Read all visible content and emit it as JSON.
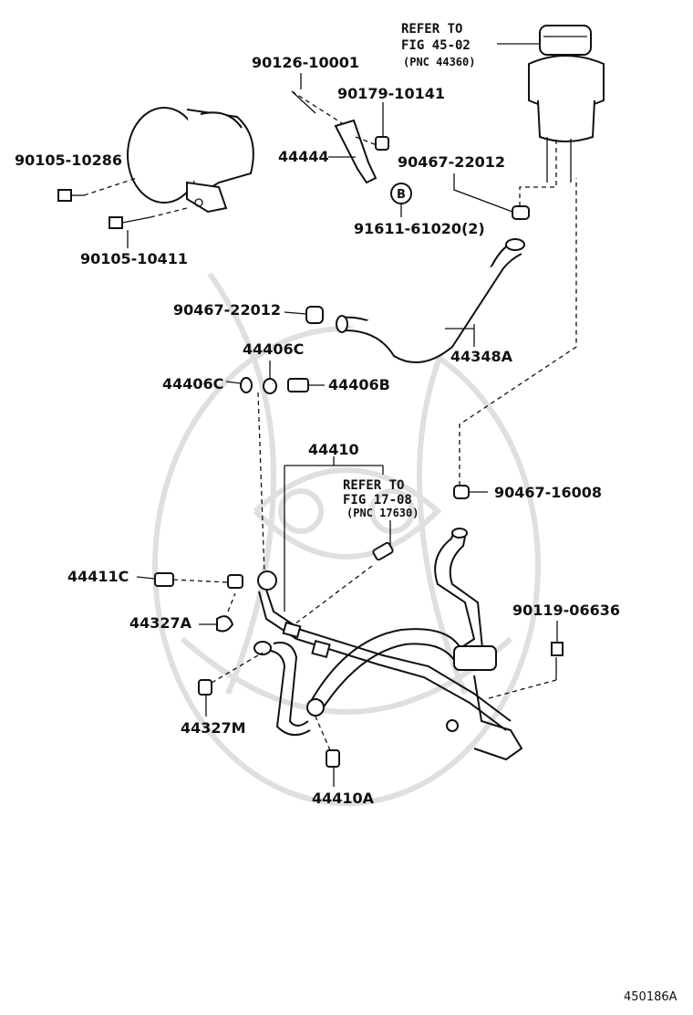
{
  "labels": {
    "p90126": "90126-10001",
    "p90179": "90179-10141",
    "p90105a": "90105-10286",
    "p44444": "44444",
    "p90467a": "90467-22012",
    "p91611": "91611-61020(2)",
    "bMarker": "B",
    "p90105b": "90105-10411",
    "p90467b": "90467-22012",
    "p44348A": "44348A",
    "p44406Ctop": "44406C",
    "p44406Cleft": "44406C",
    "p44406B": "44406B",
    "p44410": "44410",
    "p90467c": "90467-16008",
    "p44411C": "44411C",
    "p44327A": "44327A",
    "p90119": "90119-06636",
    "p44327M": "44327M",
    "p44410A": "44410A"
  },
  "refs": {
    "top_line1": "REFER TO",
    "top_line2": "FIG 45-02",
    "top_line3": "(PNC 44360)",
    "mid_line1": "REFER TO",
    "mid_line2": "FIG 17-08",
    "mid_line3": "(PNC 17630)"
  },
  "figure_id": "450186A"
}
